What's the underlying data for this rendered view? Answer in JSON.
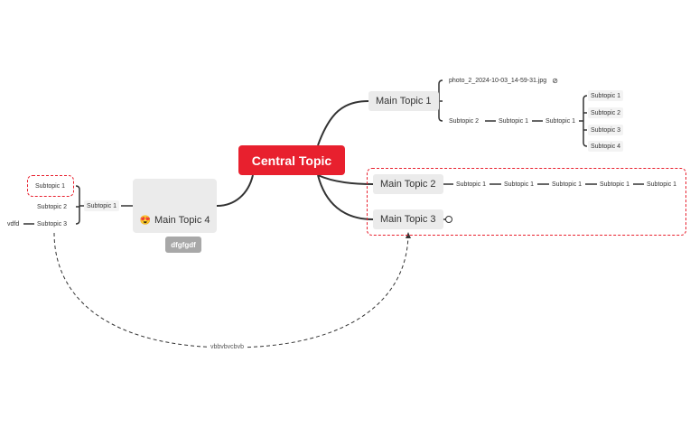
{
  "central": {
    "label": "Central Topic"
  },
  "main_topics": [
    {
      "label": "Main Topic 1"
    },
    {
      "label": "Main Topic 2"
    },
    {
      "label": "Main Topic 3"
    },
    {
      "label": "Main Topic 4",
      "emoji": "😍",
      "tag": "dfgfgdf"
    }
  ],
  "topic1": {
    "attachment": "photo_2_2024-10-03_14-59-31.jpg",
    "chain": [
      "Subtopic 2",
      "Subtopic 1",
      "Subtopic 1"
    ],
    "leaves": [
      "Subtopic 1",
      "Subtopic 2",
      "Subtopic 3",
      "Subtopic 4"
    ]
  },
  "topic2": {
    "chain": [
      "Subtopic 1",
      "Subtopic 1",
      "Subtopic 1",
      "Subtopic 1",
      "Subtopic 1"
    ]
  },
  "topic4": {
    "child": "Subtopic 1",
    "leaves": [
      "Subtopic 1",
      "Subtopic 2",
      "Subtopic 3"
    ],
    "extra": "vdfd"
  },
  "relationship": {
    "label": "vbbvbvcbvb"
  },
  "colors": {
    "accent": "#e8202e",
    "line": "#333333",
    "node_bg": "#ebebeb"
  }
}
